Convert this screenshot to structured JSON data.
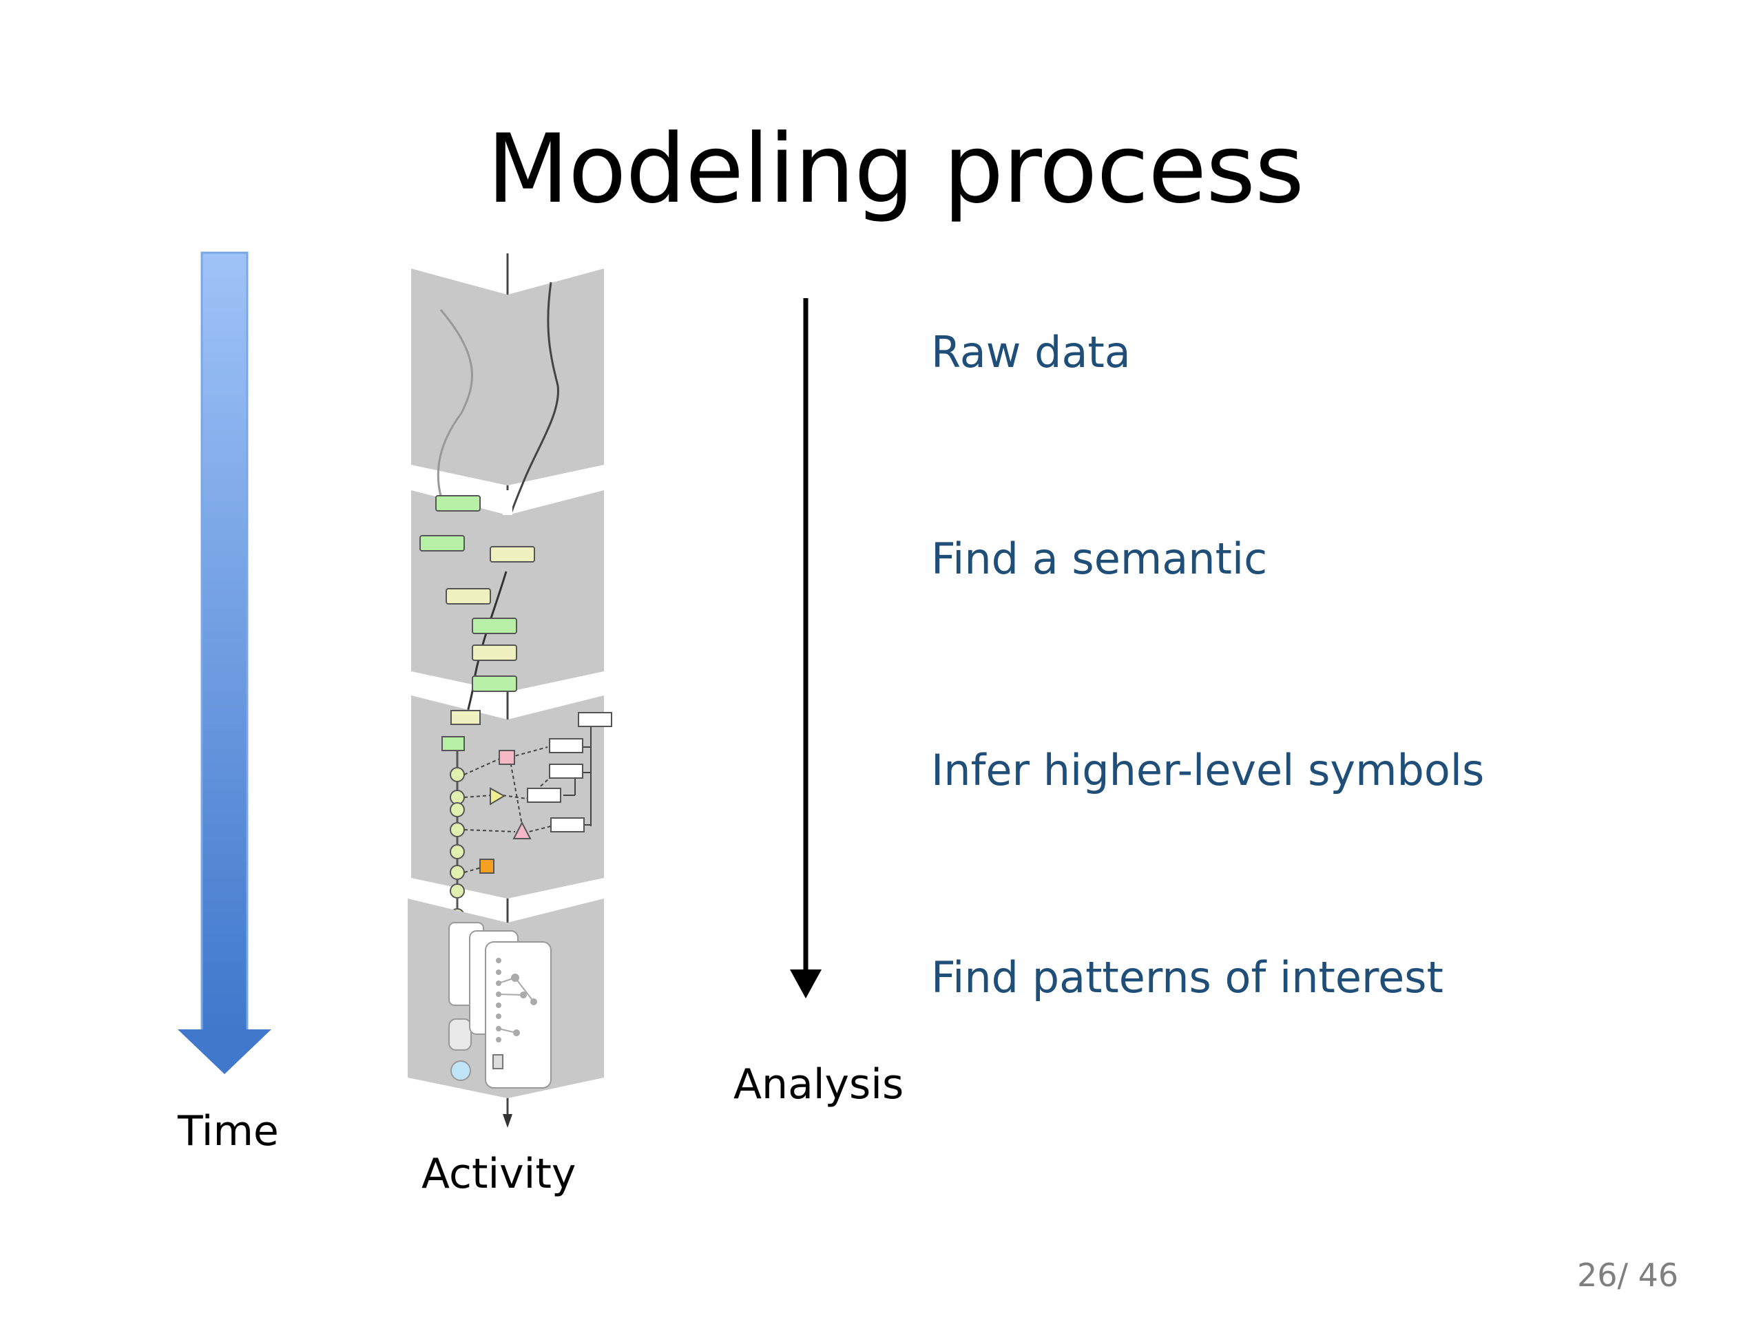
{
  "slide": {
    "title": "Modeling process",
    "page_number": "26/ 46"
  },
  "time_axis": {
    "label": "Time"
  },
  "activity_column": {
    "label": "Activity"
  },
  "analysis_axis": {
    "label": "Analysis"
  },
  "steps": [
    {
      "label": "Raw data"
    },
    {
      "label": "Find a semantic"
    },
    {
      "label": "Infer higher-level symbols"
    },
    {
      "label": "Find patterns of interest"
    }
  ],
  "colors": {
    "step_text": "#1f4e79",
    "time_arrow_top": "#9fc3f7",
    "time_arrow_bottom": "#4078cc",
    "panel_gray": "#c8c8c8",
    "event_green": "#b8f0a8",
    "event_yellow": "#eef0c0"
  }
}
